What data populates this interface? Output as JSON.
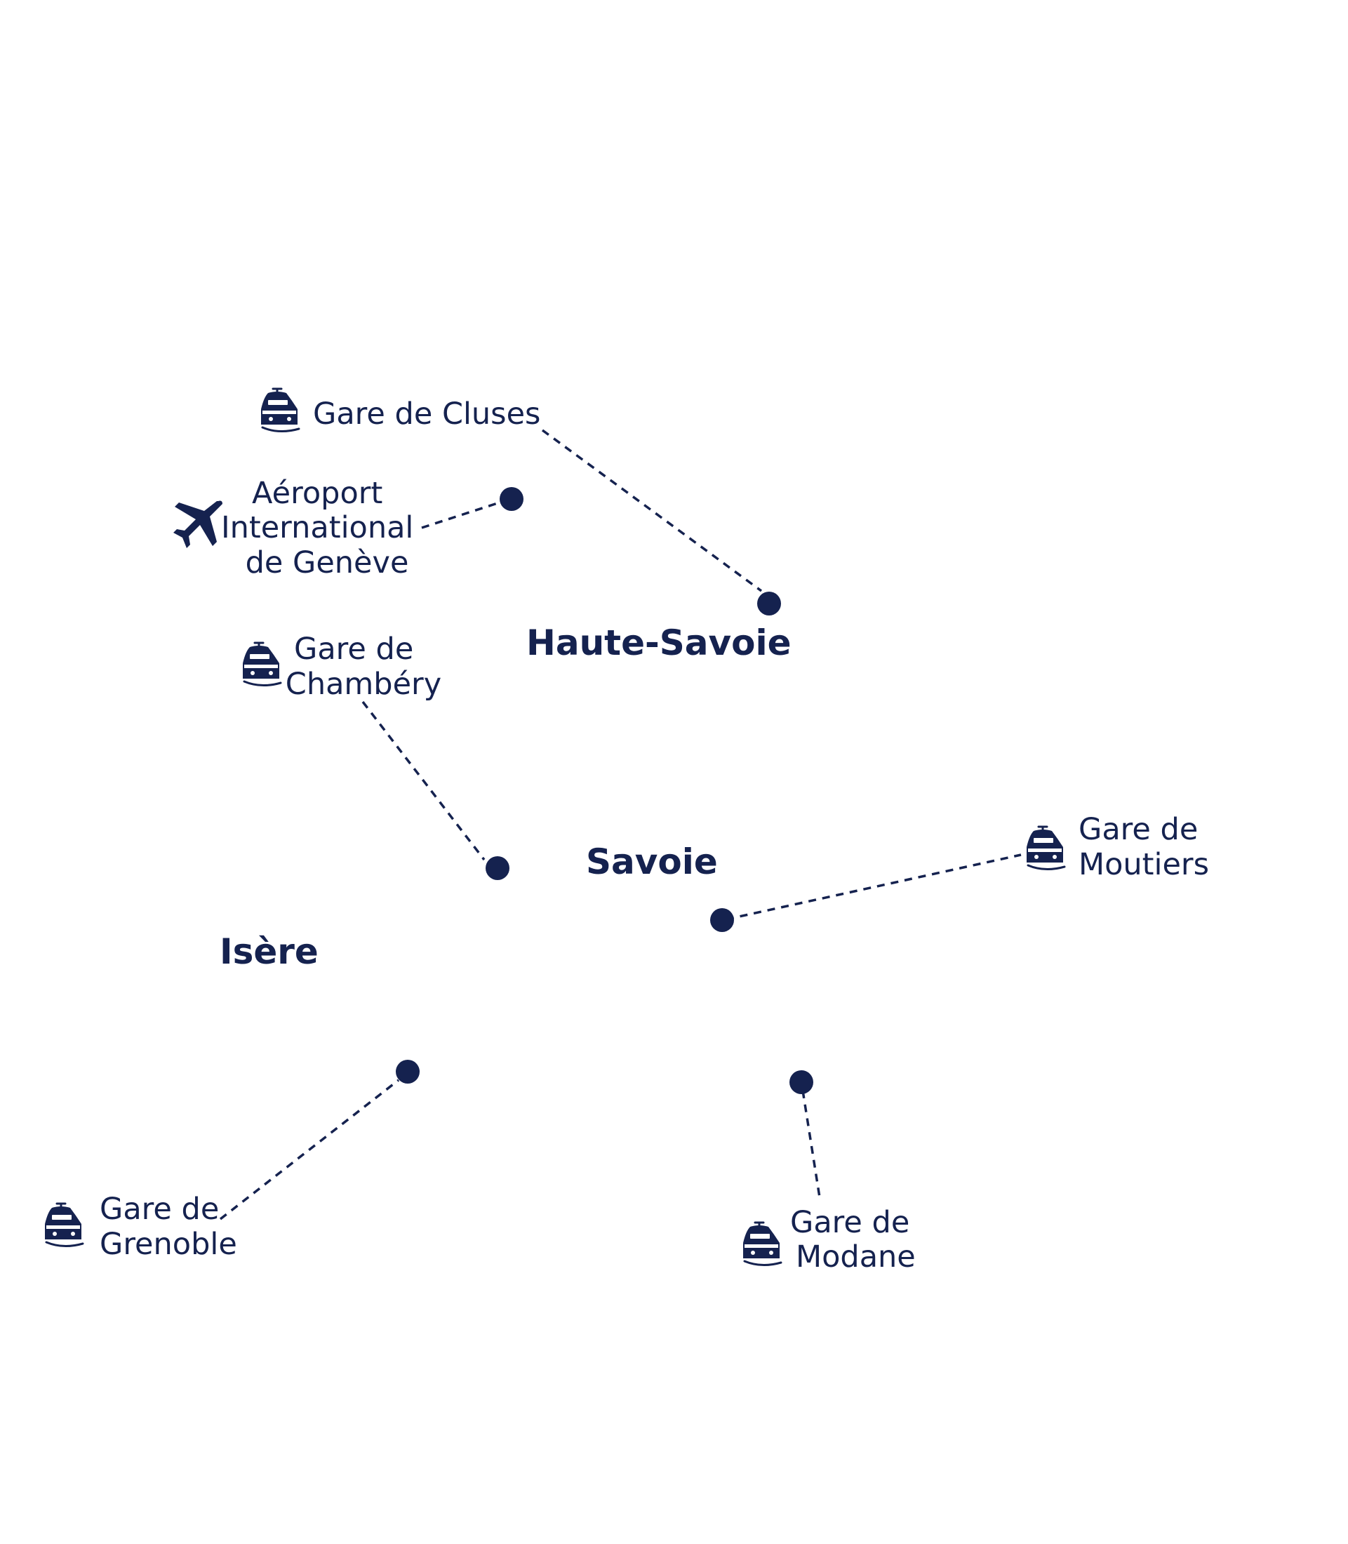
{
  "map": {
    "colors": {
      "ink": "#15224f",
      "background": "#ffffff"
    },
    "regions": {
      "haute_savoie": "Haute-Savoie",
      "savoie": "Savoie",
      "isere": "Isère"
    },
    "places": {
      "cluses": {
        "icon": "train-icon",
        "lines": [
          "Gare de Cluses"
        ]
      },
      "geneve": {
        "icon": "airplane-icon",
        "lines": [
          "Aéroport",
          "International",
          "de Genève"
        ]
      },
      "chambery": {
        "icon": "train-icon",
        "lines": [
          "Gare de",
          "Chambéry"
        ]
      },
      "moutiers": {
        "icon": "train-icon",
        "lines": [
          "Gare de",
          "Moutiers"
        ]
      },
      "grenoble": {
        "icon": "train-icon",
        "lines": [
          "Gare de",
          "Grenoble"
        ]
      },
      "modane": {
        "icon": "train-icon",
        "lines": [
          "Gare de",
          "Modane"
        ]
      }
    }
  }
}
